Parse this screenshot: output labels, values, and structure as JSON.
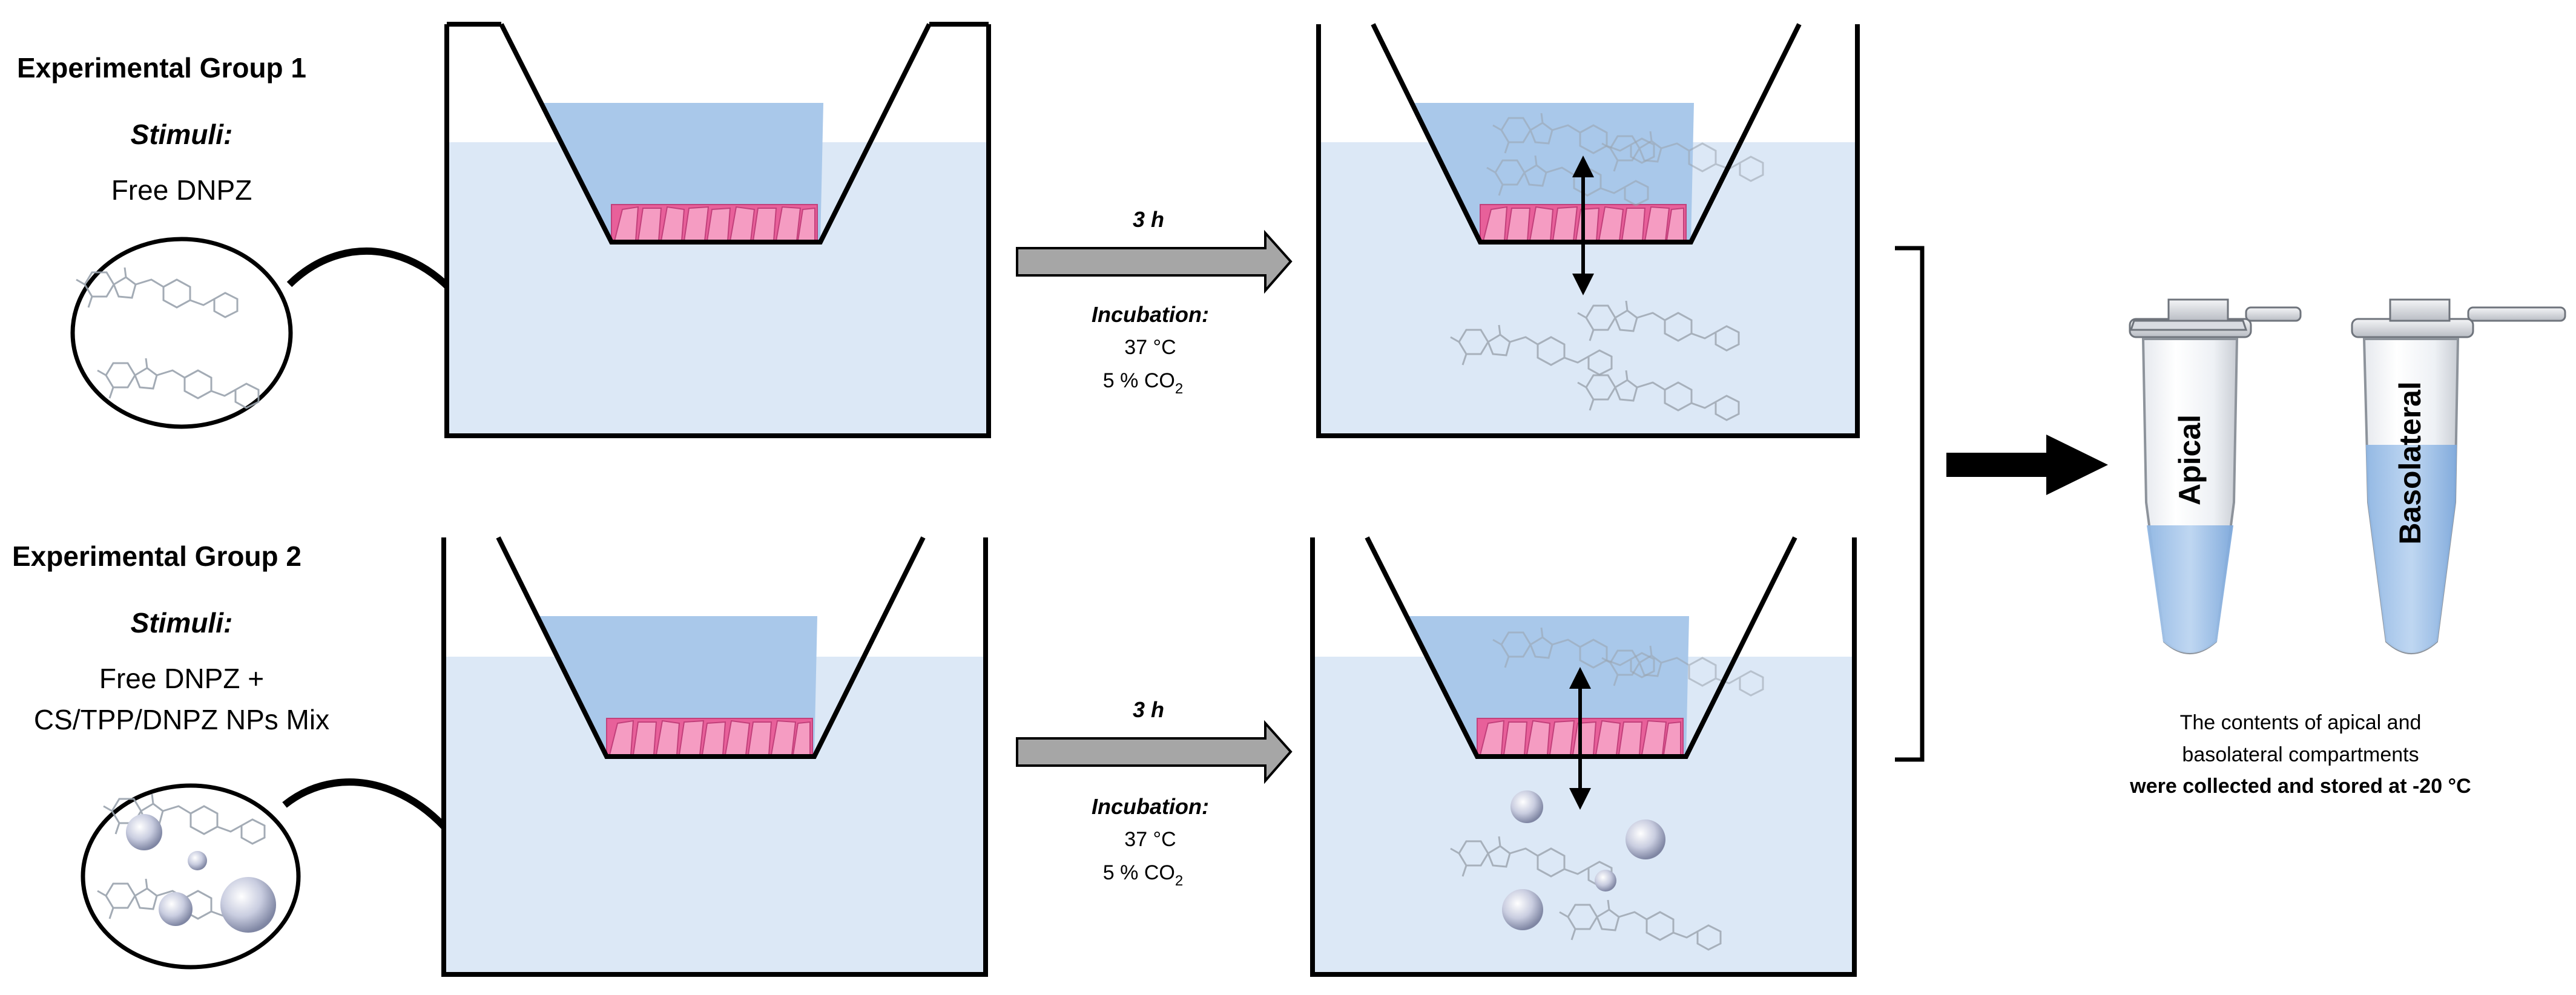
{
  "groups": [
    {
      "title": "Experimental Group 1",
      "stimuli_label": "Stimuli:",
      "stimuli_lines": [
        "Free DNPZ"
      ]
    },
    {
      "title": "Experimental Group 2",
      "stimuli_label": "Stimuli:",
      "stimuli_lines": [
        "Free DNPZ +",
        "CS/TPP/DNPZ NPs Mix"
      ]
    }
  ],
  "incubation": {
    "time": "3 h",
    "label": "Incubation:",
    "temperature": "37 °C",
    "co2_prefix": "5 % CO",
    "co2_subscript": "2"
  },
  "tubes": {
    "apical_label": "Apical",
    "basolateral_label": "Basolateral"
  },
  "caption": {
    "line1": "The contents of apical and",
    "line2": "basolateral compartments",
    "line3_bold": "were collected and stored at -20 °C"
  },
  "colors": {
    "well_medium": "#dce8f6",
    "insert_medium": "#a9c8ea",
    "cells": "#e8609a",
    "process_arrow": "#a6a6a6",
    "outline": "#000000"
  }
}
